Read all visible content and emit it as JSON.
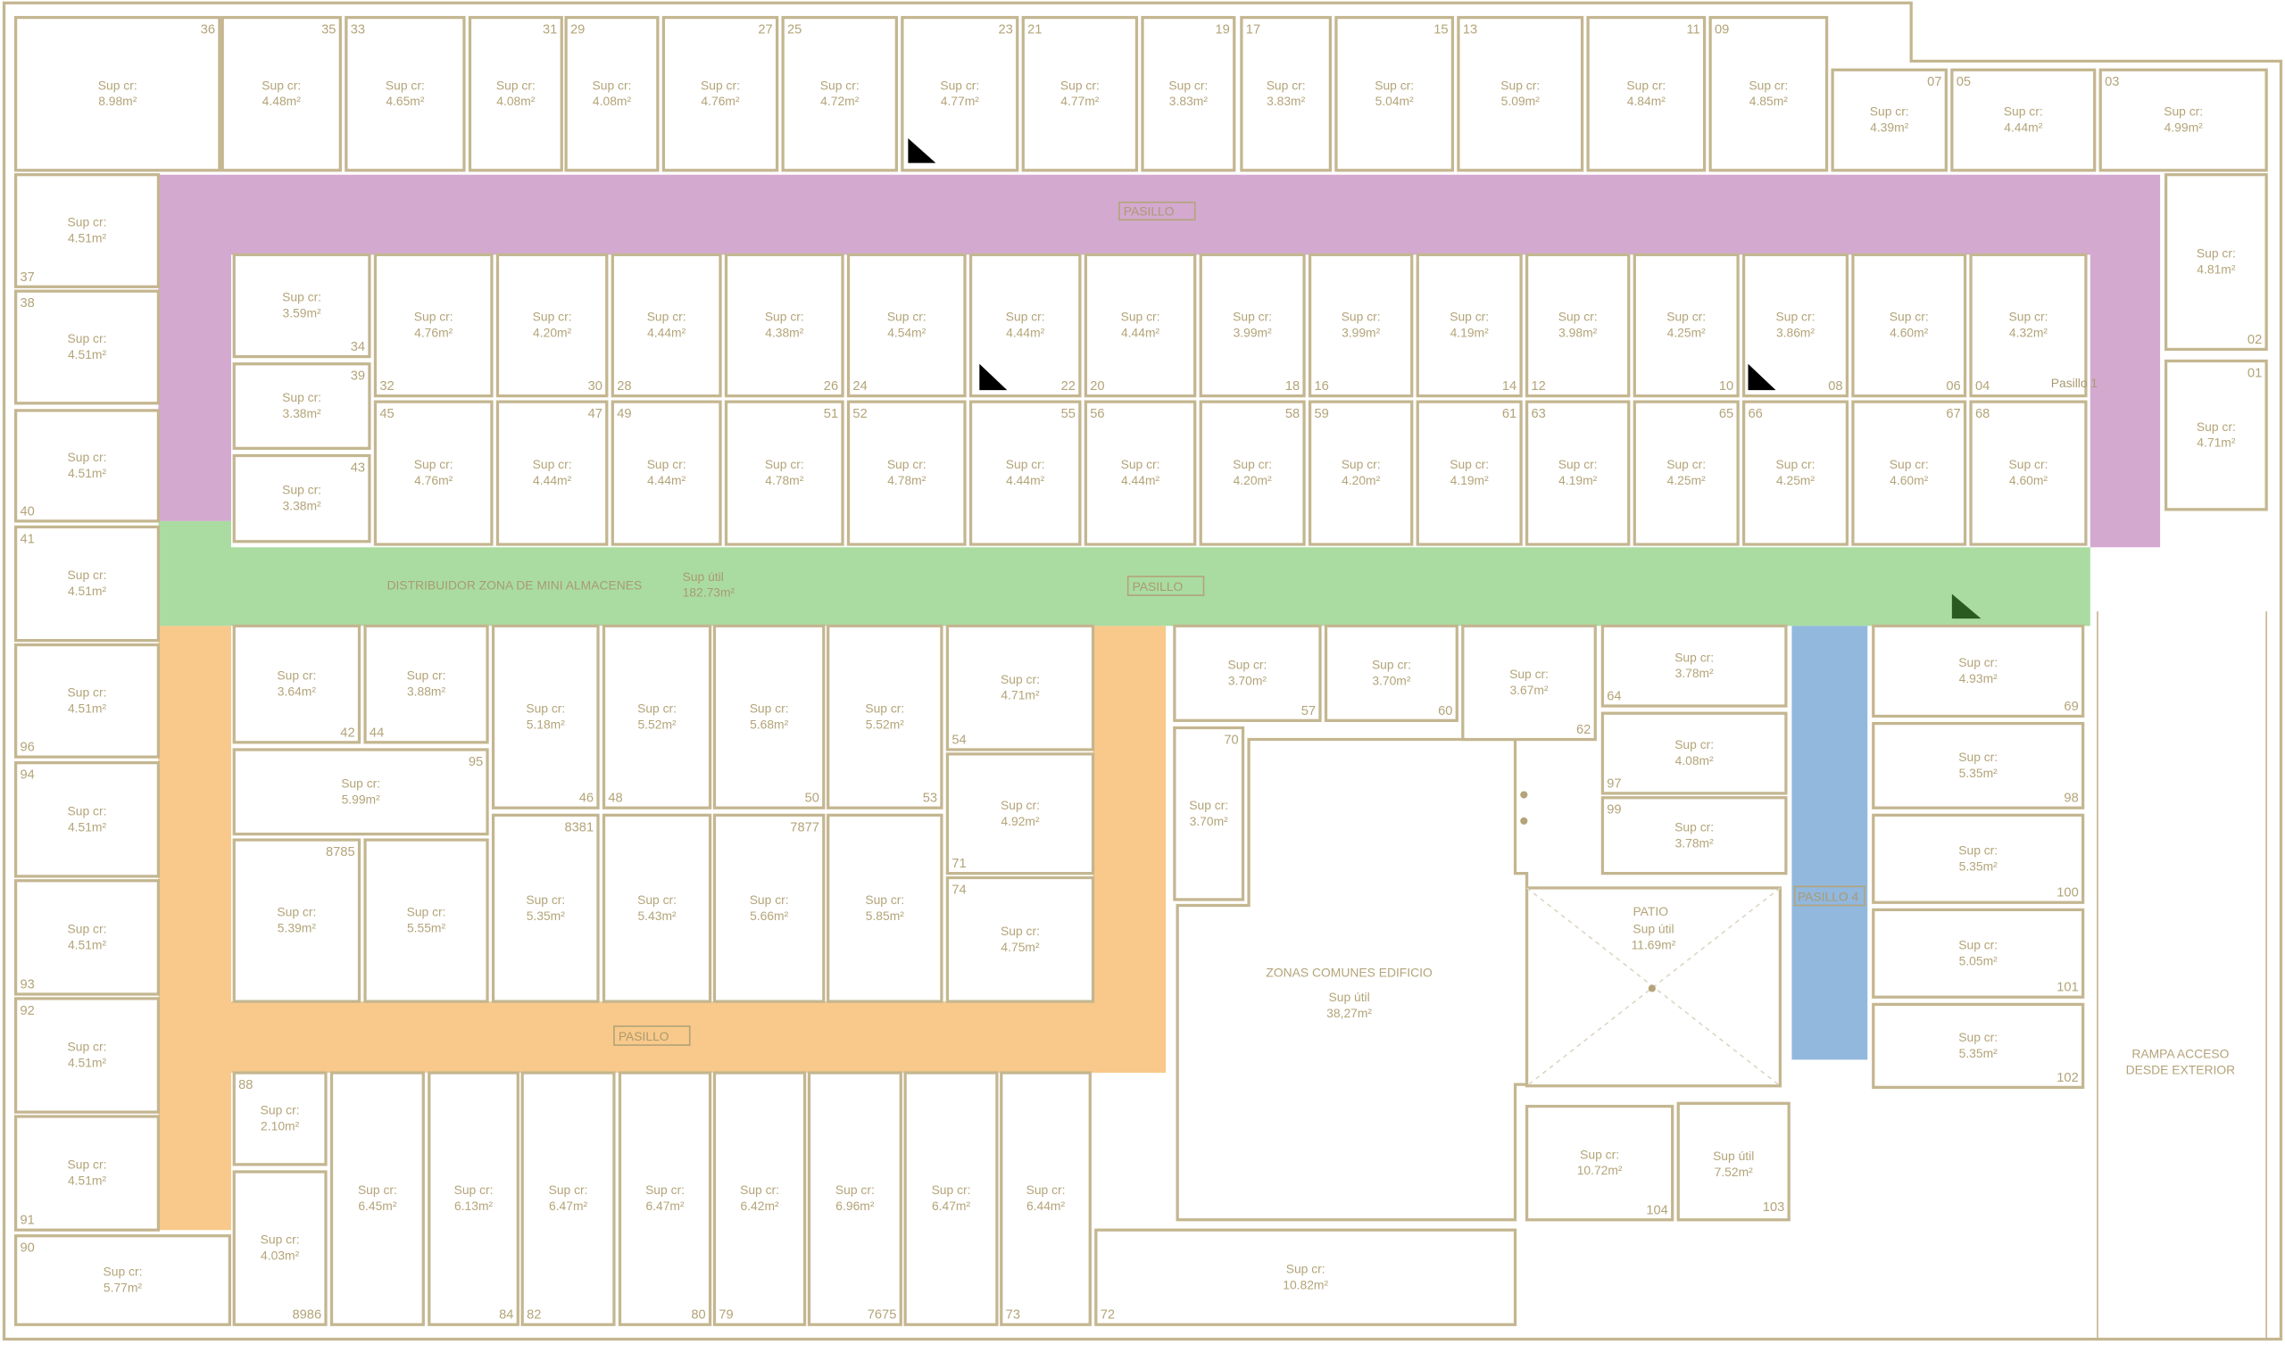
{
  "colors": {
    "wall": "#c4b690",
    "text": "#b3a479",
    "pasillo_1": "#d4a9d0",
    "distribuidor": "#aadca2",
    "pasillo_3": "#f8c98a",
    "pasillo_4": "#92b8de"
  },
  "area_prefix": "Sup cr:",
  "util_prefix": "Sup útil",
  "corridors": {
    "pasillo_top": "PASILLO",
    "pasillo_green": "PASILLO",
    "pasillo_orange": "PASILLO",
    "pasillo_4": "PASILLO 4",
    "pasillo_1": "Pasillo 1",
    "distribuidor_name": "DISTRIBUIDOR ZONA DE MINI ALMACENES",
    "distribuidor_area": "182.73m²"
  },
  "common": {
    "zonas_title": "ZONAS COMUNES EDIFICIO",
    "zonas_area": "38,27m²",
    "patio_title": "PATIO",
    "patio_area": "11.69m²",
    "rampa_line1": "RAMPA ACCESO",
    "rampa_line2": "DESDE EXTERIOR",
    "unit103_num": "103",
    "unit103_area": "7.52m²"
  },
  "units": [
    {
      "num": "36",
      "area": "8.98m²"
    },
    {
      "num": "35",
      "area": "4.48m²"
    },
    {
      "num": "33",
      "area": "4.65m²"
    },
    {
      "num": "31",
      "area": "4.08m²"
    },
    {
      "num": "29",
      "area": "4.08m²"
    },
    {
      "num": "27",
      "area": "4.76m²"
    },
    {
      "num": "25",
      "area": "4.72m²"
    },
    {
      "num": "23",
      "area": "4.77m²"
    },
    {
      "num": "21",
      "area": "4.77m²"
    },
    {
      "num": "19",
      "area": "3.83m²"
    },
    {
      "num": "17",
      "area": "3.83m²"
    },
    {
      "num": "15",
      "area": "5.04m²"
    },
    {
      "num": "13",
      "area": "5.09m²"
    },
    {
      "num": "11",
      "area": "4.84m²"
    },
    {
      "num": "09",
      "area": "4.85m²"
    },
    {
      "num": "07",
      "area": "4.39m²"
    },
    {
      "num": "05",
      "area": "4.44m²"
    },
    {
      "num": "03",
      "area": "4.99m²"
    },
    {
      "num": "37",
      "area": "4.51m²"
    },
    {
      "num": "38",
      "area": "4.51m²"
    },
    {
      "num": "40",
      "area": "4.51m²"
    },
    {
      "num": "41",
      "area": "4.51m²"
    },
    {
      "num": "96",
      "area": "4.51m²"
    },
    {
      "num": "94",
      "area": "4.51m²"
    },
    {
      "num": "93",
      "area": "4.51m²"
    },
    {
      "num": "92",
      "area": "4.51m²"
    },
    {
      "num": "91",
      "area": "4.51m²"
    },
    {
      "num": "90",
      "area": "5.77m²"
    },
    {
      "num": "34",
      "area": "3.59m²"
    },
    {
      "num": "39",
      "area": "3.38m²"
    },
    {
      "num": "43",
      "area": "3.38m²"
    },
    {
      "num": "32",
      "area": "4.76m²"
    },
    {
      "num": "30",
      "area": "4.20m²"
    },
    {
      "num": "28",
      "area": "4.44m²"
    },
    {
      "num": "26",
      "area": "4.38m²"
    },
    {
      "num": "24",
      "area": "4.54m²"
    },
    {
      "num": "22",
      "area": "4.44m²"
    },
    {
      "num": "20",
      "area": "4.44m²"
    },
    {
      "num": "18",
      "area": "3.99m²"
    },
    {
      "num": "16",
      "area": "3.99m²"
    },
    {
      "num": "14",
      "area": "4.19m²"
    },
    {
      "num": "12",
      "area": "3.98m²"
    },
    {
      "num": "10",
      "area": "4.25m²"
    },
    {
      "num": "08",
      "area": "3.86m²"
    },
    {
      "num": "06",
      "area": "4.60m²"
    },
    {
      "num": "04",
      "area": "4.32m²"
    },
    {
      "num": "45",
      "area": "4.76m²"
    },
    {
      "num": "47",
      "area": "4.44m²"
    },
    {
      "num": "49",
      "area": "4.44m²"
    },
    {
      "num": "51",
      "area": "4.78m²"
    },
    {
      "num": "52",
      "area": "4.78m²"
    },
    {
      "num": "55",
      "area": "4.44m²"
    },
    {
      "num": "56",
      "area": "4.44m²"
    },
    {
      "num": "58",
      "area": "4.20m²"
    },
    {
      "num": "59",
      "area": "4.20m²"
    },
    {
      "num": "61",
      "area": "4.19m²"
    },
    {
      "num": "63",
      "area": "4.19m²"
    },
    {
      "num": "65",
      "area": "4.25m²"
    },
    {
      "num": "66",
      "area": "4.25m²"
    },
    {
      "num": "67",
      "area": "4.60m²"
    },
    {
      "num": "68",
      "area": "4.60m²"
    },
    {
      "num": "02",
      "area": "4.81m²"
    },
    {
      "num": "01",
      "area": "4.71m²"
    },
    {
      "num": "42",
      "area": "3.64m²"
    },
    {
      "num": "44",
      "area": "3.88m²"
    },
    {
      "num": "95",
      "area": "5.99m²"
    },
    {
      "num": "8785",
      "area": "5.39m²"
    },
    {
      "num": "",
      "area": "5.55m²"
    },
    {
      "num": "46",
      "area": "5.18m²"
    },
    {
      "num": "48",
      "area": "5.52m²"
    },
    {
      "num": "50",
      "area": "5.68m²"
    },
    {
      "num": "53",
      "area": "5.52m²"
    },
    {
      "num": "8381",
      "area": "5.35m²"
    },
    {
      "num": "",
      "area": "5.43m²"
    },
    {
      "num": "7877",
      "area": "5.66m²"
    },
    {
      "num": "",
      "area": "5.85m²"
    },
    {
      "num": "54",
      "area": "4.71m²"
    },
    {
      "num": "71",
      "area": "4.92m²"
    },
    {
      "num": "74",
      "area": "4.75m²"
    },
    {
      "num": "88",
      "area": "2.10m²"
    },
    {
      "num": "8986",
      "area": "4.03m²"
    },
    {
      "num": "",
      "area": "6.45m²"
    },
    {
      "num": "84",
      "area": "6.13m²"
    },
    {
      "num": "82",
      "area": "6.47m²"
    },
    {
      "num": "80",
      "area": "6.47m²"
    },
    {
      "num": "79",
      "area": "6.42m²"
    },
    {
      "num": "7675",
      "area": "6.96m²"
    },
    {
      "num": "",
      "area": "6.47m²"
    },
    {
      "num": "73",
      "area": "6.44m²"
    },
    {
      "num": "72",
      "area": "10.82m²"
    },
    {
      "num": "57",
      "area": "3.70m²"
    },
    {
      "num": "60",
      "area": "3.70m²"
    },
    {
      "num": "62",
      "area": "3.67m²"
    },
    {
      "num": "70",
      "area": "3.70m²"
    },
    {
      "num": "64",
      "area": "3.78m²"
    },
    {
      "num": "97",
      "area": "4.08m²"
    },
    {
      "num": "99",
      "area": "3.78m²"
    },
    {
      "num": "69",
      "area": "4.93m²"
    },
    {
      "num": "98",
      "area": "5.35m²"
    },
    {
      "num": "100",
      "area": "5.35m²"
    },
    {
      "num": "101",
      "area": "5.05m²"
    },
    {
      "num": "102",
      "area": "5.35m²"
    },
    {
      "num": "104",
      "area": "10.72m²"
    }
  ]
}
